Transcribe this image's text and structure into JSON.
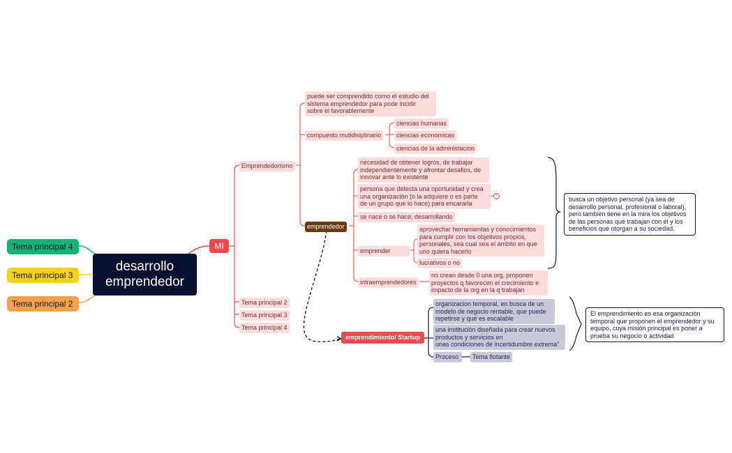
{
  "central": {
    "line1": "desarrollo",
    "line2": "emprendedor"
  },
  "left_topics": [
    "Tema principal 4",
    "Tema principal 3",
    "Tema principal 2"
  ],
  "mi": "MI",
  "branch_emprendedorismo": {
    "label": "Emprendedorismo",
    "definition": [
      "puede ser comprendido como el estudio del",
      "sistema emprendedor para pode incidir",
      "sobre el favorablemente"
    ],
    "compuesto": "compuesto mutidisiplinario",
    "disciplinas": [
      "ciencias humanas",
      "ciencias economicas",
      "ciencias de la administacion"
    ]
  },
  "branch_emprendedor": {
    "label": "emprendedor",
    "necesidad": [
      "necesidad de obtener logros, de trabajar",
      "independientemente y afrontar desafios, de",
      "innovar ante lo existente"
    ],
    "persona": [
      "persona que detecta una oportunidad y crea",
      "una organización (o la adquiere o es parte",
      "de un grupo que lo hace) para encararla"
    ],
    "marker": "?",
    "se_nace": "se nace o se hace, desarrollando",
    "emprender": "emprender",
    "aprovechar": [
      "aprovechar herramientas y conocimientos",
      "para cumplir con los objetivos propios,",
      "personales, sea cual sea el ámbito en que",
      "uno quiera hacerlo"
    ],
    "lucrativos": "lucrativos o no",
    "intraemprendedores": "intraemprendedores",
    "no_crean": [
      "no crean desde 0 una org, proponen",
      "proyectos q favorecen el crecimiento e",
      "impacto de la org en la q trabajan"
    ],
    "callout": [
      "busca un objetivo personal (ya sea de",
      "desarrollo personal, profesional o laboral),",
      "pero también tiene en la mira los objetivos",
      "de las personas que trabajan con él y los",
      "beneficios que otorgan a su sociedad."
    ]
  },
  "other_topics": [
    "Tema principal 2",
    "Tema principal 3",
    "Tema principal 4"
  ],
  "branch_startup": {
    "label": "emprendimiento/ Startup",
    "org_temporal": [
      "organizacion temporal, en busca de un",
      "modelo de negocio rentable, que puede",
      "repetirse y que es escalable"
    ],
    "institucion": [
      "una institución diseñada para crear nuevos",
      "productos y servicios en",
      "unas condiciones de incertidumbre extrema\""
    ],
    "proceso": "Proceso",
    "tema_flotante": "Tema flotante",
    "callout": [
      "El emprendimiento es esa organización",
      "temporal que proponen el emprendedor y su",
      "equipo, cuya misión principal es poner a",
      "prueba su negocio o actividad"
    ]
  }
}
